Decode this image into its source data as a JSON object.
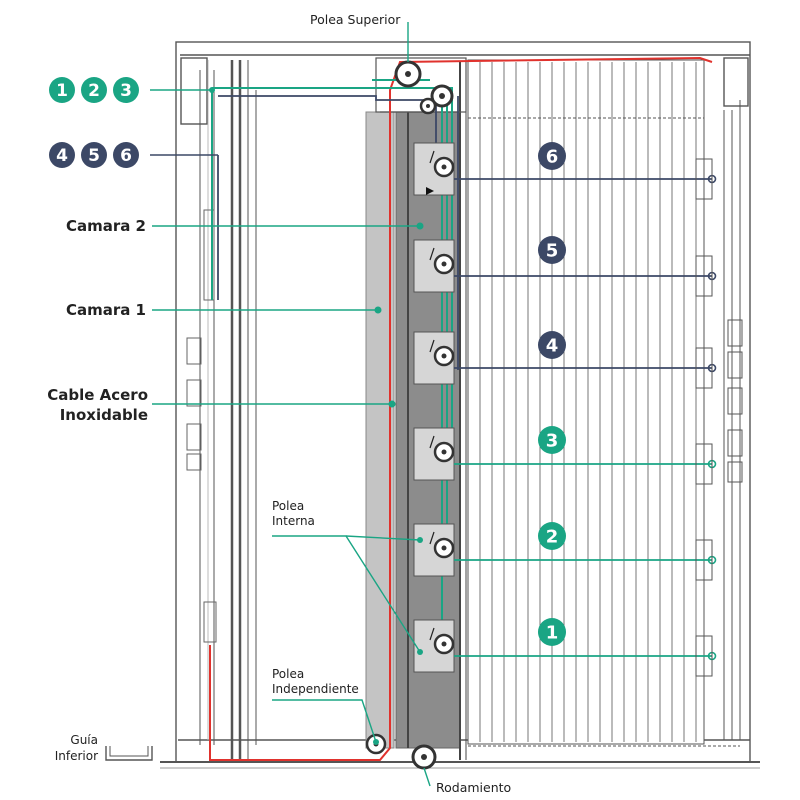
{
  "labels": {
    "polea_superior": "Polea Superior",
    "camara_2": "Camara 2",
    "camara_1": "Camara 1",
    "cable_line1": "Cable Acero",
    "cable_line2": "Inoxidable",
    "polea_interna_line1": "Polea",
    "polea_interna_line2": "Interna",
    "polea_indep_line1": "Polea",
    "polea_indep_line2": "Independiente",
    "guia_line1": "Guía",
    "guia_line2": "Inferior",
    "rodamiento": "Rodamiento"
  },
  "legend_green": [
    "1",
    "2",
    "3"
  ],
  "legend_navy": [
    "4",
    "5",
    "6"
  ],
  "panel_badges": [
    {
      "text": "6",
      "group": "navy"
    },
    {
      "text": "5",
      "group": "navy"
    },
    {
      "text": "4",
      "group": "navy"
    },
    {
      "text": "3",
      "group": "green"
    },
    {
      "text": "2",
      "group": "green"
    },
    {
      "text": "1",
      "group": "green"
    }
  ],
  "colors": {
    "green": "#1aa584",
    "navy": "#3c4866",
    "red": "#e0322d",
    "frame": "#555555",
    "chamber2": "#bdbdbd",
    "chamber_dark": "#8e8e8e"
  }
}
